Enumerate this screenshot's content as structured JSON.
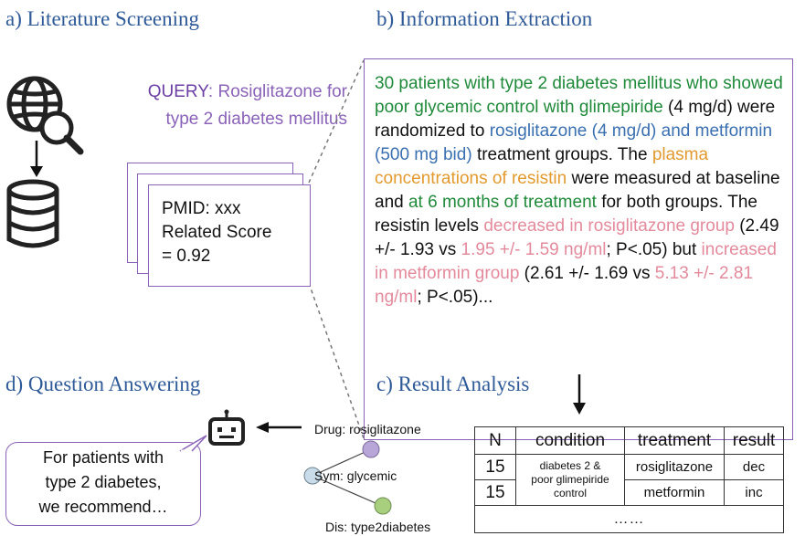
{
  "titles": {
    "a": "a) Literature Screening",
    "b": "b) Information Extraction",
    "c": "c) Result Analysis",
    "d": "d) Question Answering"
  },
  "query": {
    "keyword": "QUERY",
    "text_line1": ": Rosiglitazone for",
    "text_line2": "type 2 diabetes mellitus"
  },
  "card": {
    "line1": "PMID: xxx",
    "line2": "Related Score",
    "line3": "= 0.92"
  },
  "abstract": {
    "segments": [
      {
        "text": "30 patients with type 2 diabetes mellitus who showed poor glycemic control with glimepiride",
        "color": "green"
      },
      {
        "text": " (4 mg/d) were randomized to ",
        "color": "black"
      },
      {
        "text": "rosiglitazone (4 mg/d) and metformin (500 mg bid)",
        "color": "blue"
      },
      {
        "text": " treatment groups. The ",
        "color": "black"
      },
      {
        "text": "plasma concentrations of resistin",
        "color": "orange"
      },
      {
        "text": " were measured at baseline and ",
        "color": "black"
      },
      {
        "text": "at 6 months of treatment",
        "color": "green"
      },
      {
        "text": " for both groups. The resistin levels ",
        "color": "black"
      },
      {
        "text": "decreased in rosiglitazone group",
        "color": "pink"
      },
      {
        "text": " (2.49 +/- 1.93 vs ",
        "color": "black"
      },
      {
        "text": "1.95 +/- 1.59 ng/ml",
        "color": "pink"
      },
      {
        "text": "; P<.05) but ",
        "color": "black"
      },
      {
        "text": "increased in metformin group",
        "color": "pink"
      },
      {
        "text": " (2.61 +/- 1.69 vs ",
        "color": "black"
      },
      {
        "text": "5.13 +/- 2.81 ng/ml",
        "color": "pink"
      },
      {
        "text": "; P<.05)...",
        "color": "black"
      }
    ]
  },
  "kg": {
    "drug": "Drug: rosiglitazone",
    "sym": "Sym: glycemic",
    "dis": "Dis: type2diabetes"
  },
  "answer": {
    "line1": "For patients with",
    "line2": "type 2 diabetes,",
    "line3": "we recommend…"
  },
  "table": {
    "headers": [
      "N",
      "condition",
      "treatment",
      "result"
    ],
    "row1": {
      "n": "15",
      "condition_line1": "diabetes 2 &",
      "condition_line2": "poor glimepiride",
      "condition_line3": "control",
      "treatment": "rosiglitazone",
      "result": "dec"
    },
    "row2": {
      "n": "15",
      "treatment": "metformin",
      "result": "inc"
    },
    "ellipsis": "……"
  },
  "colors": {
    "title": "#2f5a98",
    "purple": "#8a63b8",
    "green": "#1f8a3a",
    "blue": "#3a6fb0",
    "orange": "#e29a2e",
    "pink": "#e38a9c",
    "node_purple": "#b9a6d8",
    "node_blue": "#c9dcea",
    "node_green": "#a7cf7d"
  },
  "icons": [
    "globe-search-icon",
    "database-icon",
    "robot-icon"
  ]
}
